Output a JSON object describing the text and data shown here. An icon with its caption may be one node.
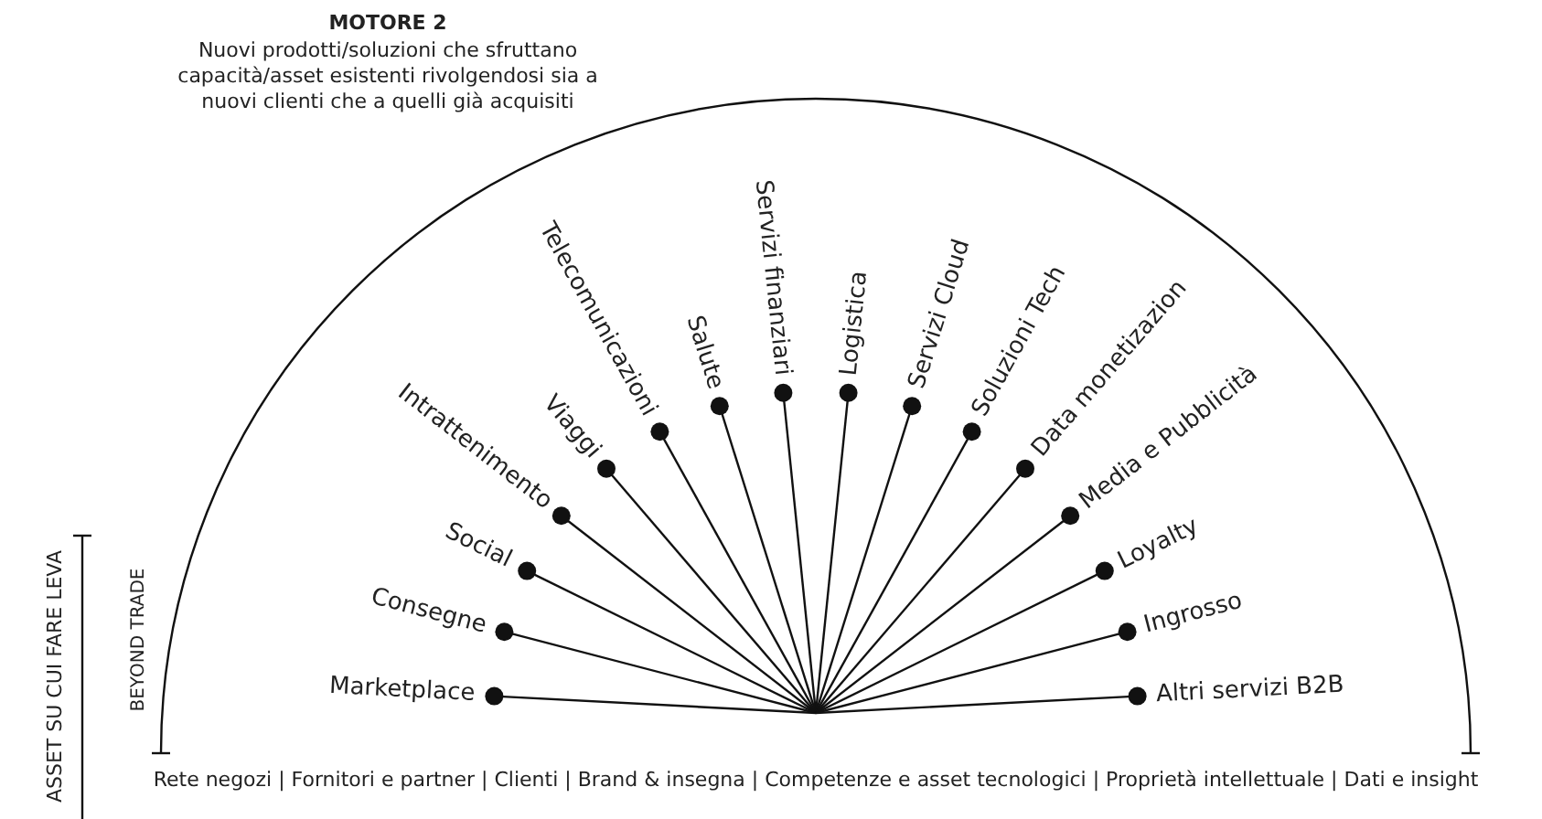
{
  "diagram": {
    "title": "MOTORE 2",
    "nodes": [
      {
        "text": [
          "Marketplace"
        ]
      },
      {
        "text": [
          "Consegne"
        ]
      },
      {
        "text": [
          "Social"
        ]
      },
      {
        "text": [
          "Intrattenimento"
        ]
      },
      {
        "text": [
          "Viaggi"
        ]
      },
      {
        "text": [
          "Telecomunicazioni"
        ]
      },
      {
        "text": [
          "Salute"
        ]
      },
      {
        "text": [
          "Servizi finanziari"
        ]
      },
      {
        "text": [
          "Logistica"
        ]
      },
      {
        "text": [
          "Servizi Cloud"
        ]
      },
      {
        "text": [
          "Soluzioni Tech"
        ]
      },
      {
        "text": [
          "Data monetizazion"
        ]
      },
      {
        "text": [
          "Media e Pubblicità"
        ]
      },
      {
        "text": [
          "Loyalty"
        ]
      },
      {
        "text": [
          "Ingrosso"
        ]
      },
      {
        "text": [
          "Altri servizi B2B"
        ]
      }
    ],
    "edges": [
      {
        "from": null,
        "to": 0,
        "arrow": "other"
      },
      {
        "from": null,
        "to": 1,
        "arrow": "other"
      },
      {
        "from": null,
        "to": 2,
        "arrow": "other"
      },
      {
        "from": null,
        "to": 3,
        "arrow": "other"
      },
      {
        "from": null,
        "to": 4,
        "arrow": "other"
      },
      {
        "from": null,
        "to": 5,
        "arrow": "other"
      },
      {
        "from": null,
        "to": 6,
        "arrow": "other"
      },
      {
        "from": null,
        "to": 7,
        "arrow": "other"
      },
      {
        "from": null,
        "to": 8,
        "arrow": "other"
      },
      {
        "from": null,
        "to": 9,
        "arrow": "other"
      },
      {
        "from": null,
        "to": 10,
        "arrow": "other"
      },
      {
        "from": null,
        "to": 11,
        "arrow": "other"
      },
      {
        "from": null,
        "to": 12,
        "arrow": "other"
      },
      {
        "from": null,
        "to": 13,
        "arrow": "other"
      },
      {
        "from": null,
        "to": 14,
        "arrow": "other"
      },
      {
        "from": null,
        "to": 15,
        "arrow": "other"
      }
    ],
    "labels": [
      "Nuovi prodotti/soluzioni che sfruttano capacità/asset esistenti rivolgendosi sia a nuovi clienti che a quelli già acquisiti",
      "ASSET SU CUI FARE LEVA",
      "BEYOND TRADE",
      "Rete negozi | Fornitori e partner | Clienti | Brand & insegna | Competenze e asset tecnologici | Proprietà intellettuale | Dati e insight"
    ]
  }
}
